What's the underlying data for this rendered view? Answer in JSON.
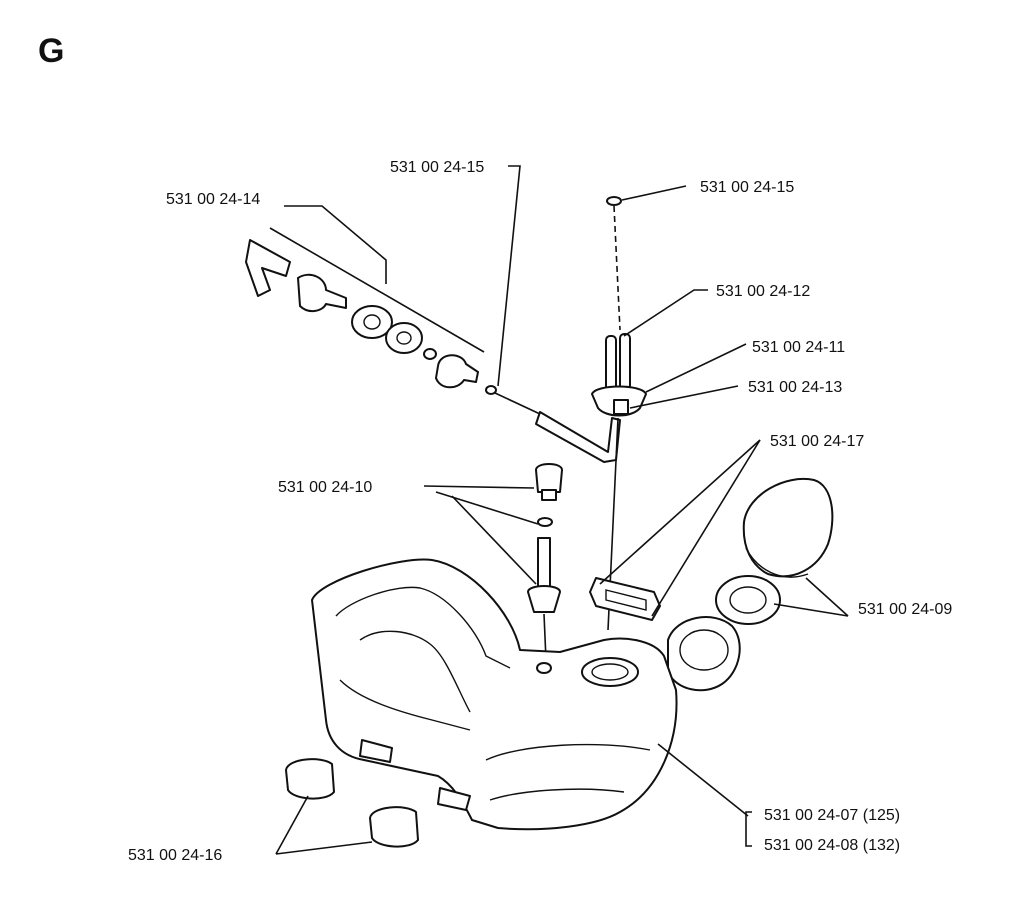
{
  "section_letter": "G",
  "colors": {
    "ink": "#111111",
    "paper": "#ffffff"
  },
  "callouts": {
    "vent_valve_kit": "531 00 24-14",
    "clip_left": "531 00 24-15",
    "clip_right": "531 00 24-15",
    "fuel_hose": "531 00 24-12",
    "grommet": "531 00 24-11",
    "hose_connector": "531 00 24-13",
    "gasket": "531 00 24-17",
    "fuel_filter_set": "531 00 24-10",
    "fuel_cap": "531 00 24-09",
    "tank_125": "531 00 24-07 (125)",
    "tank_132": "531 00 24-08 (132)",
    "rubber_buffer": "531 00 24-16"
  }
}
